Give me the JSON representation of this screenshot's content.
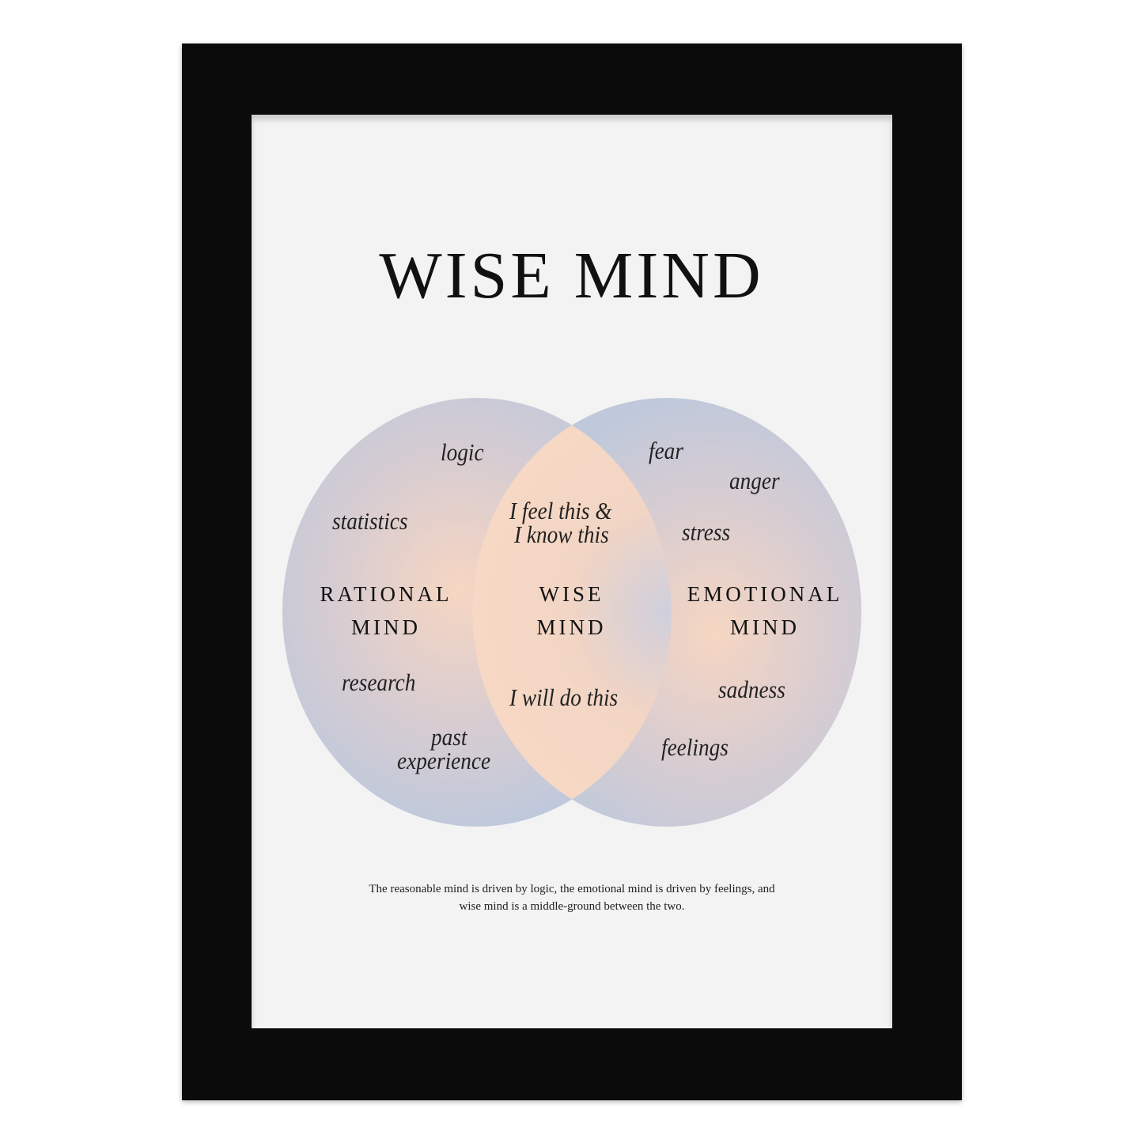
{
  "title": "WISE MIND",
  "colors": {
    "circle_blue": "#c2c9da",
    "lens_peach": "#f5d7c3",
    "center_peach": "#f3d3bf",
    "frame": "#0b0b0b"
  },
  "rational": {
    "label_1": "RATIONAL",
    "label_2": "MIND",
    "words": [
      "logic",
      "statistics",
      "research",
      "past",
      "experience"
    ]
  },
  "wise": {
    "label_1": "WISE",
    "label_2": "MIND",
    "phrases": [
      "I feel this &",
      "I know this",
      "I will do this"
    ]
  },
  "emotional": {
    "label_1": "EMOTIONAL",
    "label_2": "MIND",
    "words": [
      "fear",
      "anger",
      "stress",
      "sadness",
      "feelings"
    ]
  },
  "caption": {
    "line_1": "The reasonable mind is driven by logic, the emotional mind is driven by feelings, and",
    "line_2": "wise mind is a middle-ground between the two."
  }
}
